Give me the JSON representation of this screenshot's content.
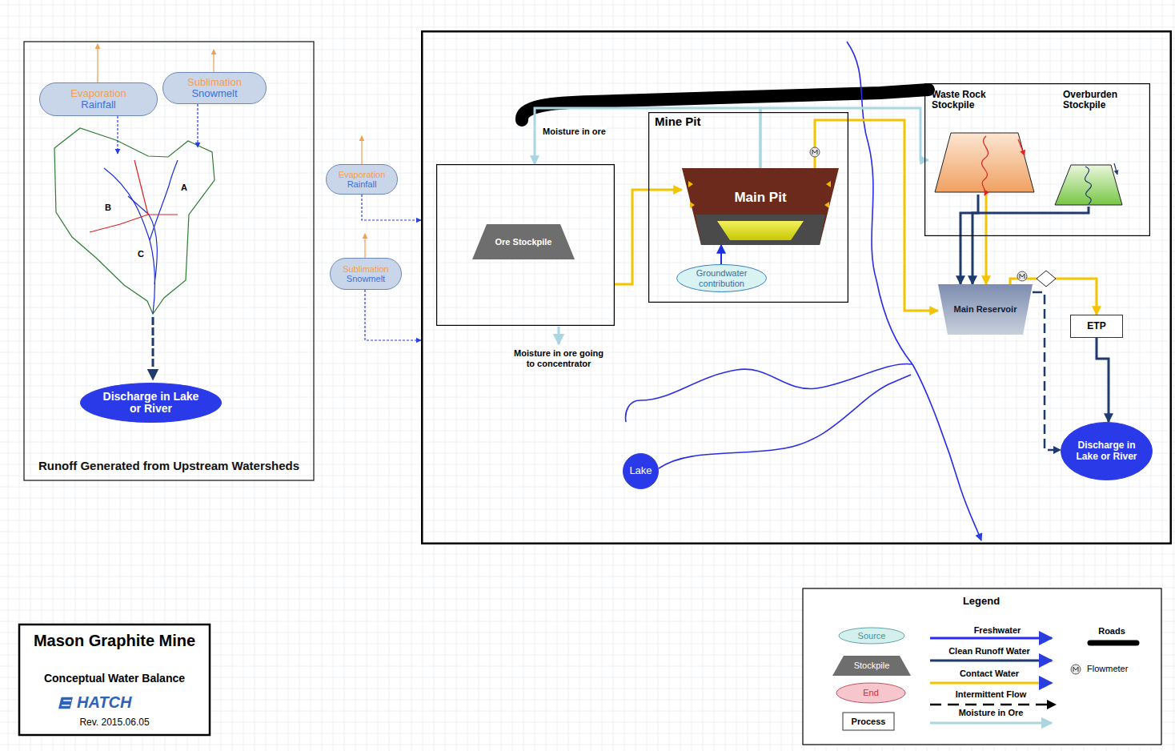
{
  "diagram": {
    "title": "Mason Graphite Mine",
    "nodes": [
      {
        "text": [
          "Runoff Generated from Upstream Watersheds"
        ]
      },
      {
        "text": [
          "Evaporation",
          "Rainfall"
        ],
        "in": 0
      },
      {
        "text": [
          "Sublimation",
          "Snowmelt"
        ],
        "in": 0
      },
      {
        "text": [
          "Discharge in Lake or River"
        ],
        "in": 0
      },
      {
        "text": [
          "Evaporation",
          "Rainfall"
        ]
      },
      {
        "text": [
          "Sublimation",
          "Snowmelt"
        ]
      },
      {
        "text": []
      },
      {
        "text": [],
        "in": 6
      },
      {
        "text": [
          "Ore Stockpile"
        ],
        "in": 7
      },
      {
        "text": [
          "Mine Pit"
        ],
        "in": 6
      },
      {
        "text": [
          "Main Pit"
        ],
        "in": 9
      },
      {
        "text": [
          "Groundwater contribution"
        ],
        "in": 9
      },
      {
        "text": [],
        "in": 6
      },
      {
        "text": [
          "Waste Rock Stockpile"
        ],
        "in": 12
      },
      {
        "text": [
          "Overburden Stockpile"
        ],
        "in": 12
      },
      {
        "text": [
          "Main Reservoir"
        ],
        "in": 6
      },
      {
        "text": [
          "ETP"
        ],
        "in": 6
      },
      {
        "text": [
          "Discharge in Lake or River"
        ],
        "in": 6
      },
      {
        "text": [
          "Lake"
        ],
        "in": 6
      }
    ],
    "edges": [
      {
        "from": 4,
        "to": 6,
        "arrow": "to"
      },
      {
        "from": 5,
        "to": 6,
        "arrow": "to"
      },
      {
        "from": 10,
        "to": 7,
        "label": "Moisture in ore",
        "arrow": "to"
      },
      {
        "from": 10,
        "to": 13,
        "arrow": "to"
      },
      {
        "from": 7,
        "to": 10,
        "arrow": "to"
      },
      {
        "from": 10,
        "to": 15,
        "arrow": "to"
      },
      {
        "from": 11,
        "to": 10,
        "arrow": "to"
      },
      {
        "from": 13,
        "to": 15,
        "arrow": "to"
      },
      {
        "from": 13,
        "to": 15,
        "arrow": "to"
      },
      {
        "from": 14,
        "to": 15,
        "arrow": "to"
      },
      {
        "from": 15,
        "to": 16,
        "arrow": "to"
      },
      {
        "from": 15,
        "to": 17,
        "arrow": "to"
      },
      {
        "from": 16,
        "to": 17,
        "arrow": "to"
      }
    ],
    "labels": [
      "A",
      "B",
      "C",
      "Moisture in ore going to concentrator",
      "Legend",
      "Conceptual Water Balance",
      "HATCH",
      "Rev. 2015.06.05"
    ],
    "legend": [
      {
        "text": "Source"
      },
      {
        "text": "Stockpile"
      },
      {
        "text": "End"
      },
      {
        "text": "Process"
      },
      {
        "text": "Freshwater"
      },
      {
        "text": "Clean Runoff Water"
      },
      {
        "text": "Contact Water"
      },
      {
        "text": "Intermittent Flow"
      },
      {
        "text": "Moisture in Ore"
      },
      {
        "text": "Roads"
      },
      {
        "text": "Flowmeter"
      }
    ]
  }
}
